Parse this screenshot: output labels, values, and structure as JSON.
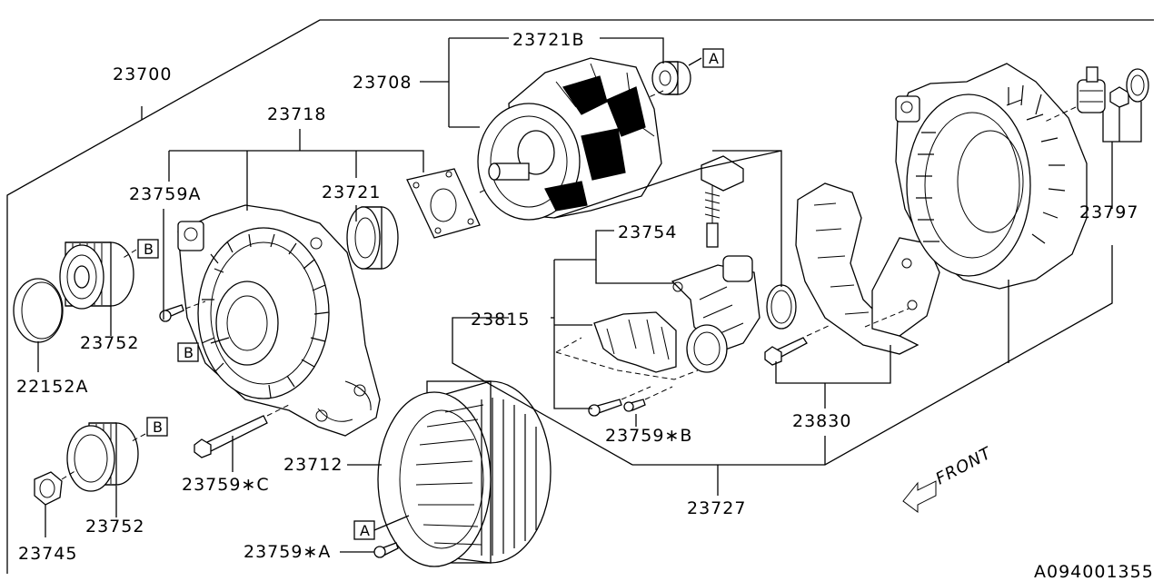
{
  "labels": {
    "p23700": "23700",
    "p23718": "23718",
    "p23721B": "23721B",
    "p23708": "23708",
    "p23759A": "23759A",
    "p23721": "23721",
    "p23754": "23754",
    "p23797": "23797",
    "p23815": "23815",
    "p23752_top": "23752",
    "p22152A": "22152A",
    "p23752_bottom": "23752",
    "p23745": "23745",
    "p23712": "23712",
    "p23759C": "23759∗C",
    "p23759A_star": "23759∗A",
    "p23759B": "23759∗B",
    "p23830": "23830",
    "p23727": "23727",
    "front": "FRONT",
    "diagram_code": "A094001355"
  },
  "ref_boxes": {
    "a_top": "A",
    "b_pulley": "B",
    "b_housing": "B",
    "b_pulley2": "B",
    "a_bottom": "A"
  }
}
